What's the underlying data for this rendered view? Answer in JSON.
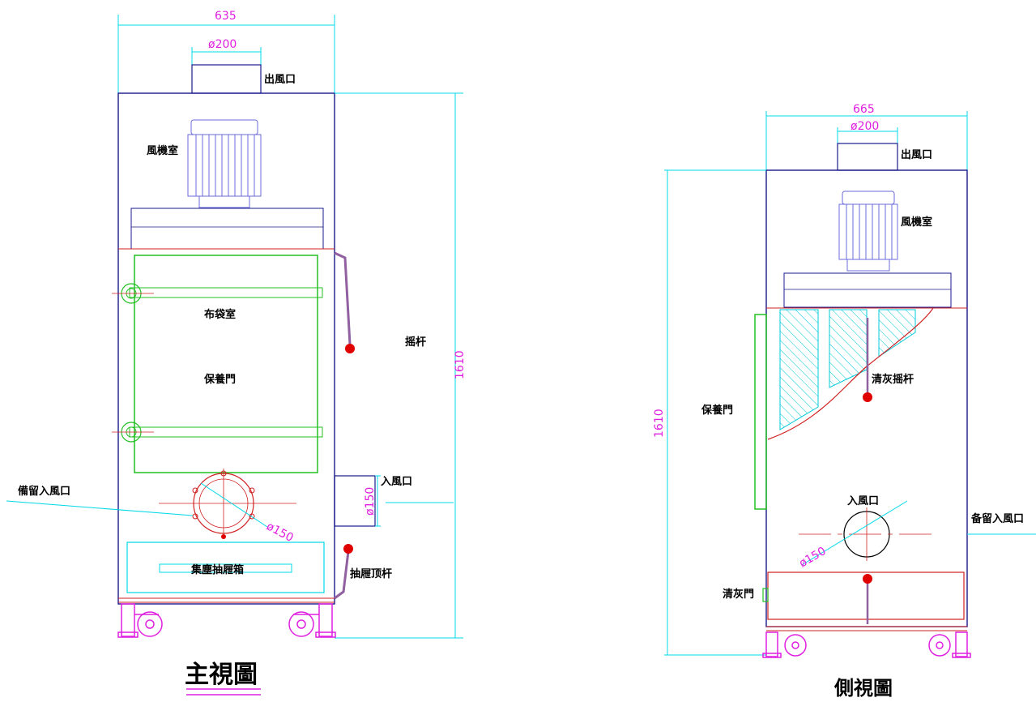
{
  "front": {
    "title": "主視圖",
    "dims": {
      "width": "635",
      "outlet_dia": "ø200",
      "height": "1610",
      "inlet_dia": "ø150",
      "reserve_dia": "ø150"
    },
    "labels": {
      "outlet": "出風口",
      "fan_room": "風機室",
      "bag_room": "布袋室",
      "maint_door": "保養門",
      "shake_rod": "摇杆",
      "inlet": "入風口",
      "reserve_inlet": "備留入風口",
      "dust_drawer": "集塵抽屜箱",
      "drawer_rod": "抽屜顶杆"
    }
  },
  "side": {
    "title": "側視圖",
    "dims": {
      "width": "665",
      "outlet_dia": "ø200",
      "height": "1610",
      "inlet_dia": "ø150"
    },
    "labels": {
      "outlet": "出風口",
      "fan_room": "風機室",
      "clean_rod": "清灰摇杆",
      "maint_door": "保養門",
      "inlet": "入風口",
      "reserve_inlet": "备留入風口",
      "clean_door": "清灰門"
    }
  },
  "colors": {
    "outline": "#1a1a8c",
    "dimension": "#00d8e8",
    "dim_text": "#e020e0",
    "door": "#22c022",
    "motor": "#6b6bdc",
    "handle": "#e00000",
    "caster": "#e020e0"
  }
}
